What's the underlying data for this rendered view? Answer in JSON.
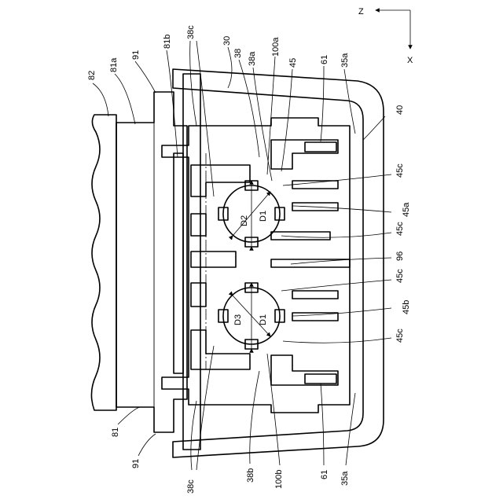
{
  "axes": {
    "z": "Z",
    "x": "X"
  },
  "labels": {
    "l82": "82",
    "l81a": "81a",
    "l91top": "91",
    "l81b": "81b",
    "l38c_top": "38c",
    "l30": "30",
    "l38": "38",
    "l38a": "38a",
    "l100a": "100a",
    "l45": "45",
    "l61_top": "61",
    "l35a_top": "35a",
    "l40": "40",
    "l45c_1": "45c",
    "l45a": "45a",
    "l45c_2": "45c",
    "l96": "96",
    "l45c_3": "45c",
    "l45b": "45b",
    "l45c_4": "45c",
    "l81": "81",
    "l91bot": "91",
    "l38c_bot": "38c",
    "l38b": "38b",
    "l100b": "100b",
    "l61_bot": "61",
    "l35a_bot": "35a",
    "l_D2": "D2",
    "l_D1_top": "D1",
    "l_D3": "D3",
    "l_D1_bot": "D1"
  }
}
